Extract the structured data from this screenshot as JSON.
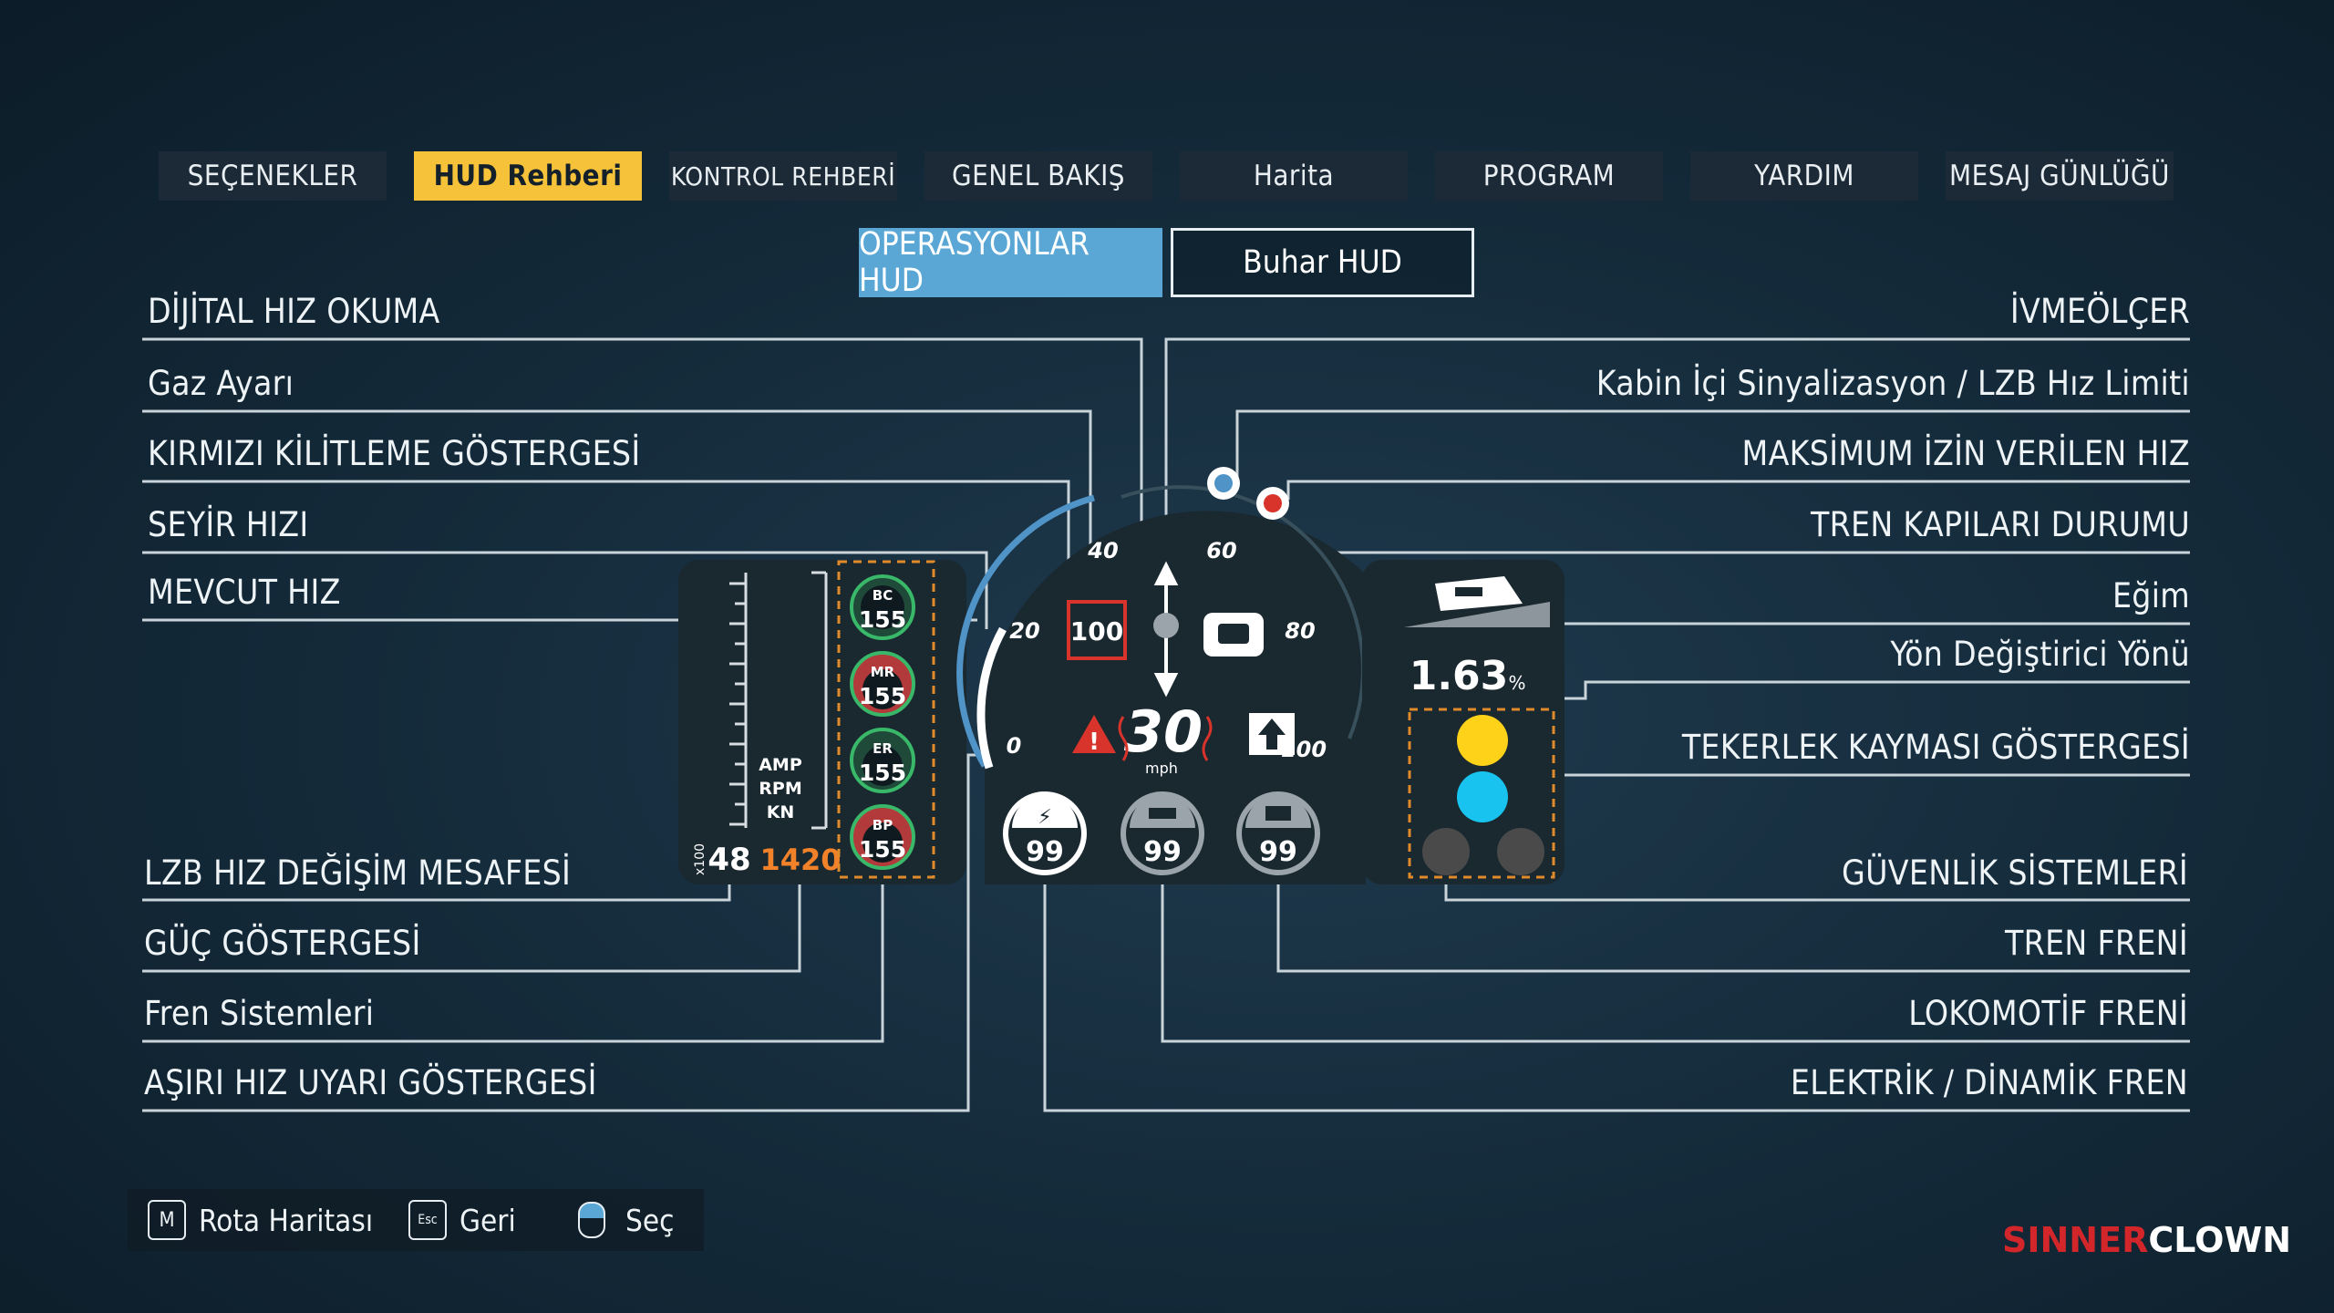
{
  "tabs": [
    {
      "label": "SEÇENEKLER",
      "active": false
    },
    {
      "label": "HUD Rehberi",
      "active": true
    },
    {
      "label": "KONTROL REHBERİ",
      "active": false
    },
    {
      "label": "GENEL BAKIŞ",
      "active": false
    },
    {
      "label": "Harita",
      "active": false
    },
    {
      "label": "PROGRAM",
      "active": false
    },
    {
      "label": "YARDIM",
      "active": false
    },
    {
      "label": "MESAJ GÜNLÜĞÜ",
      "active": false
    }
  ],
  "subtabs": {
    "operations": "OPERASYONLAR HUD",
    "steam": "Buhar HUD"
  },
  "left_labels": [
    "DİJİTAL HIZ OKUMA",
    "Gaz Ayarı",
    "KIRMIZI KİLİTLEME GÖSTERGESİ",
    "SEYİR HIZI",
    "MEVCUT HIZ",
    "LZB HIZ DEĞİŞİM MESAFESİ",
    "GÜÇ GÖSTERGESİ",
    "Fren Sistemleri",
    "AŞIRI HIZ UYARI GÖSTERGESİ"
  ],
  "right_labels": [
    "İVMEÖLÇER",
    "Kabin İçi Sinyalizasyon / LZB Hız Limiti",
    "MAKSİMUM İZİN VERİLEN HIZ",
    "TREN KAPILARI DURUMU",
    "Eğim",
    "Yön Değiştirici Yönü",
    "TEKERLEK KAYMASI GÖSTERGESİ",
    "GÜVENLİK SİSTEMLERİ",
    "TREN FRENİ",
    "LOKOMOTİF FRENİ",
    "ELEKTRİK / DİNAMİK FREN"
  ],
  "hud": {
    "speed": "30",
    "speed_unit": "mph",
    "limit_box": "100",
    "dial_ticks": [
      "0",
      "20",
      "40",
      "60",
      "80",
      "100"
    ],
    "gauge_labels": [
      "AMP",
      "RPM",
      "KN"
    ],
    "gauge_scale": "x100",
    "distance_value": "48",
    "power_value": "1420",
    "brakes": [
      {
        "name": "BC",
        "value": "155",
        "color": "#1f4a3a"
      },
      {
        "name": "MR",
        "value": "155",
        "color": "#b23a3a"
      },
      {
        "name": "ER",
        "value": "155",
        "color": "#1f4a3a"
      },
      {
        "name": "BP",
        "value": "155",
        "color": "#b23a3a"
      }
    ],
    "brake_dials": [
      {
        "icon": "lightning-icon",
        "value": "99"
      },
      {
        "icon": "locomotive-icon",
        "value": "99"
      },
      {
        "icon": "train-car-icon",
        "value": "99"
      }
    ],
    "gradient_value": "1.63",
    "gradient_unit": "%",
    "safety_lights": [
      "#ffd21a",
      "#18c4ef",
      "#4a4a4a",
      "#4a4a4a"
    ]
  },
  "bottom": {
    "map_key": "M",
    "map_label": "Rota Haritası",
    "back_key": "Esc",
    "back_label": "Geri",
    "select_label": "Seç"
  },
  "logo": {
    "part1": "SINNER",
    "part2": "CLOWN"
  },
  "colors": {
    "accent": "#f5c23a",
    "subtab": "#5aa7d6"
  }
}
